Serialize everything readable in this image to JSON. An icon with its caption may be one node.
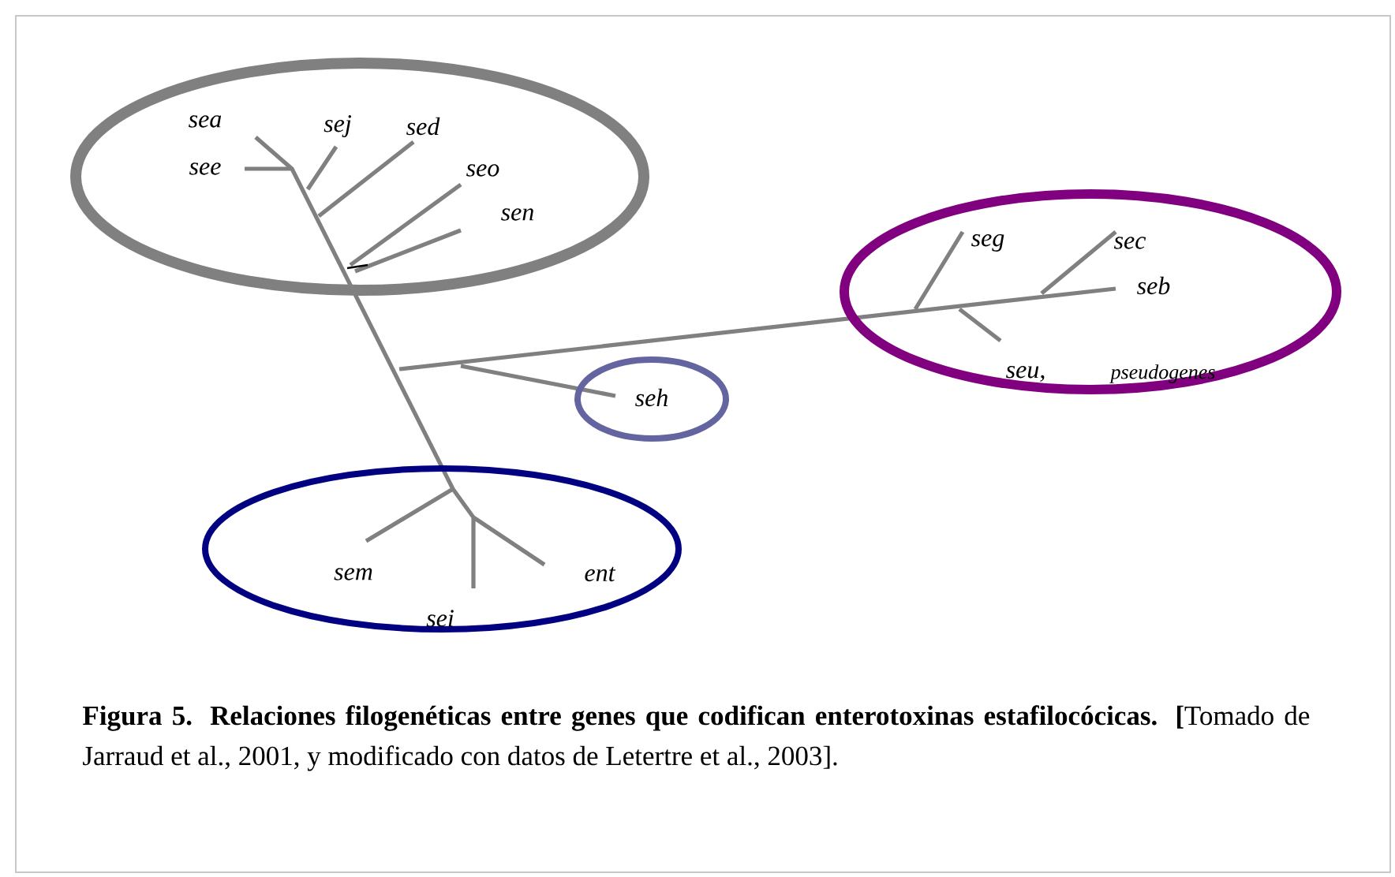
{
  "diagram": {
    "caption": "**Figura 5. Relaciones filogenéticas entre genes que codifican enterotoxinas estafilocócicas. [**Tomado de  Jarraud et al., 2001, y modificado con datos de Letertre et al., 2003].",
    "nodes": [
      {
        "text": [
          "sea",
          "see",
          "sej",
          "sed",
          "seo",
          "sen"
        ]
      },
      {
        "text": [
          "seg",
          "sec",
          "seb",
          "seu,",
          "pseudogenes"
        ]
      },
      {
        "text": [
          "seh"
        ]
      },
      {
        "text": [
          "sem",
          "sei",
          "ent"
        ]
      }
    ]
  }
}
